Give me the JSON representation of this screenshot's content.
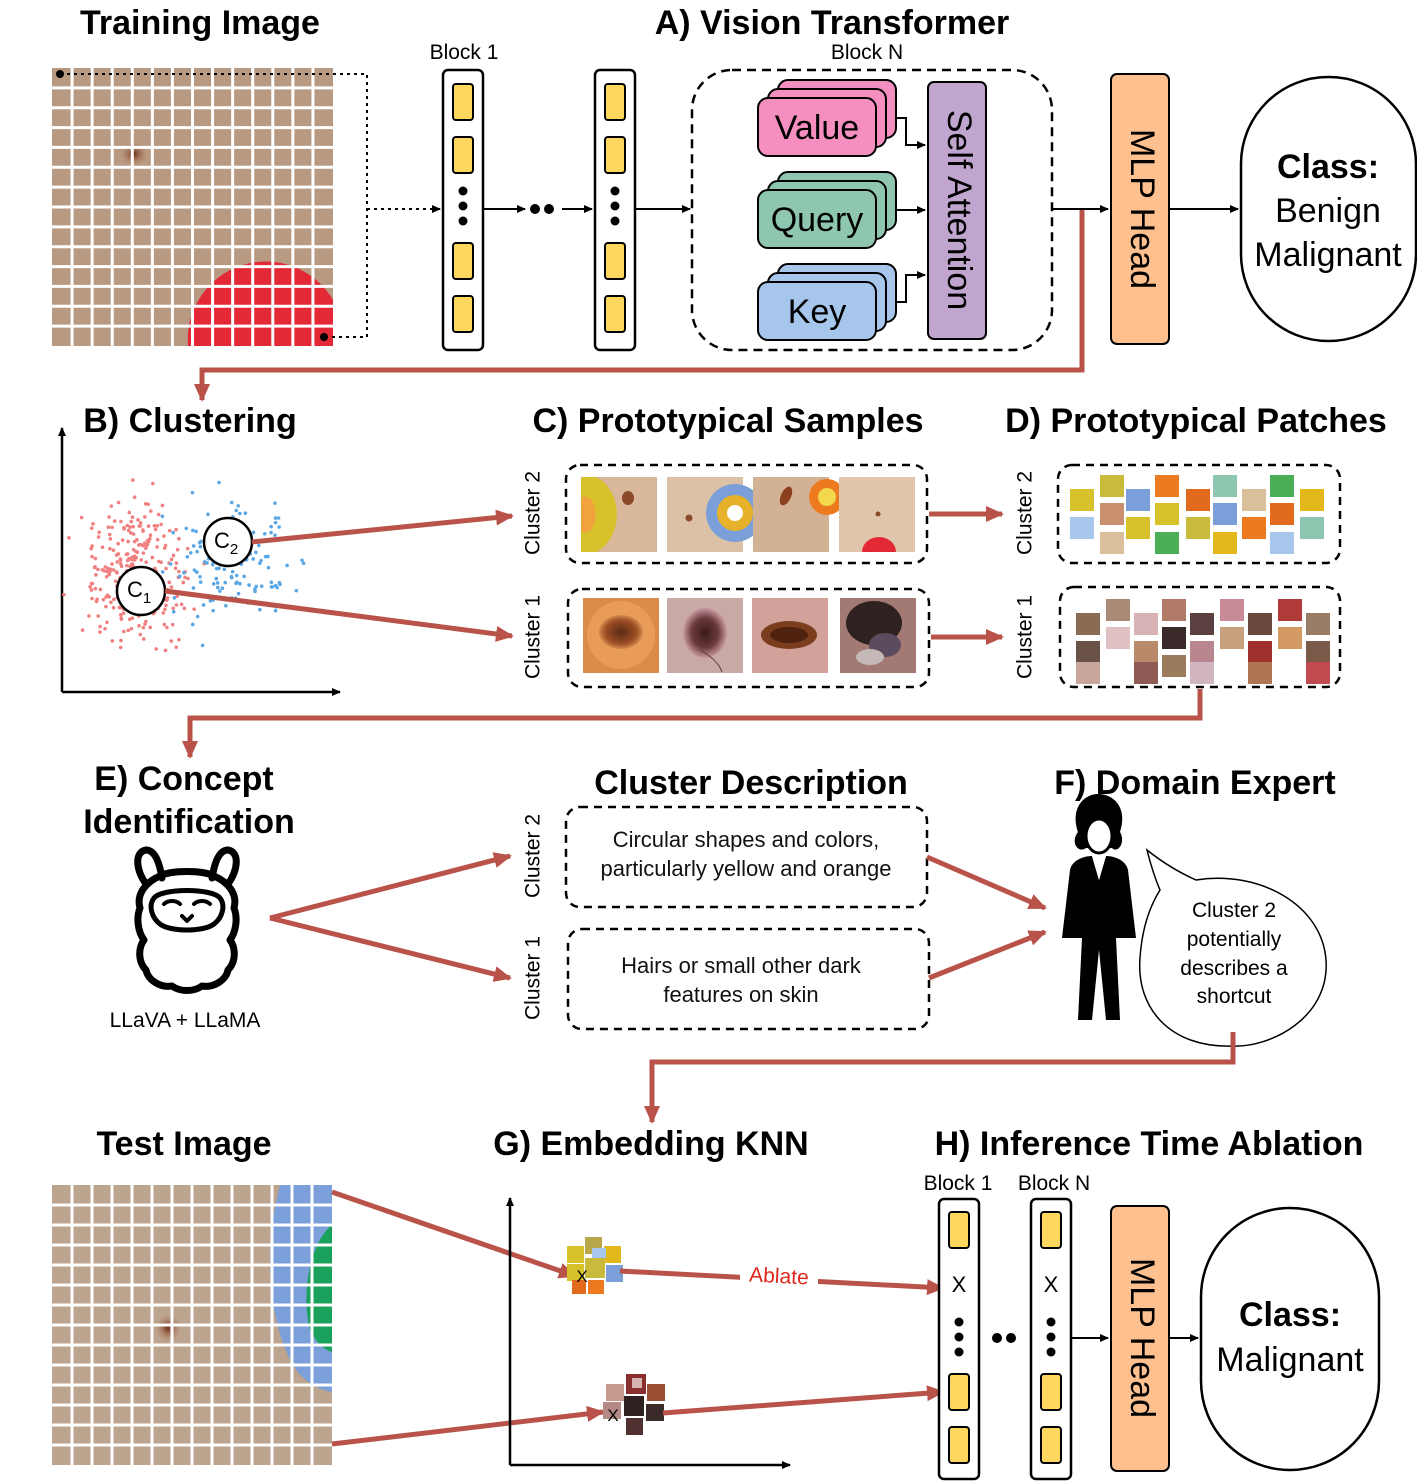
{
  "titles": {
    "training_image": "Training Image",
    "vision_transformer": "A) Vision Transformer",
    "clustering": "B) Clustering",
    "prototypical_samples": "C) Prototypical Samples",
    "prototypical_patches": "D) Prototypical Patches",
    "concept_identification_line1": "E) Concept",
    "concept_identification_line2": "Identification",
    "cluster_description": "Cluster Description",
    "domain_expert": "F) Domain Expert",
    "test_image": "Test Image",
    "embedding_knn": "G) Embedding KNN",
    "inference_ablation": "H) Inference Time Ablation"
  },
  "vit": {
    "block1_label": "Block 1",
    "blockN_label": "Block N",
    "value_label": "Value",
    "query_label": "Query",
    "key_label": "Key",
    "self_attention_label": "Self Attention",
    "mlp_head_label": "MLP Head",
    "class_title": "Class:",
    "class_option1": "Benign",
    "class_option2": "Malignant"
  },
  "clustering": {
    "c1_label": "C",
    "c1_sub": "1",
    "c2_label": "C",
    "c2_sub": "2"
  },
  "samples": {
    "cluster2_label": "Cluster 2",
    "cluster1_label": "Cluster 1"
  },
  "patches": {
    "cluster2_label": "Cluster 2",
    "cluster1_label": "Cluster 1"
  },
  "concept": {
    "model_label": "LLaVA + LLaMA"
  },
  "descriptions": {
    "cluster2_label": "Cluster 2",
    "cluster1_label": "Cluster 1",
    "cluster2_line1": "Circular shapes and colors,",
    "cluster2_line2": "particularly yellow and orange",
    "cluster1_line1": "Hairs or small other dark",
    "cluster1_line2": "features on skin"
  },
  "expert": {
    "speech_line1": "Cluster 2",
    "speech_line2": "potentially",
    "speech_line3": "describes a",
    "speech_line4": "shortcut"
  },
  "knn": {
    "marker_x": "X",
    "ablate_label": "Ablate"
  },
  "ablation": {
    "block1_label": "Block 1",
    "blockN_label": "Block N",
    "token_x": "X",
    "mlp_head_label": "MLP Head",
    "class_title": "Class:",
    "class_value": "Malignant"
  },
  "colors": {
    "arrow_red": "#b9534a",
    "token_yellow": "#fed75f",
    "value_pink": "#f48fc0",
    "query_teal": "#8fc6b0",
    "key_blue": "#a7c6ec",
    "attention_purple": "#c0a5cf",
    "mlp_orange": "#fdc08e",
    "skin": "#b89a83",
    "sticker_red": "#e32935",
    "sticker_blue": "#7b9fd8",
    "sticker_green": "#1aa15b",
    "ablate_text": "#e0281e"
  }
}
